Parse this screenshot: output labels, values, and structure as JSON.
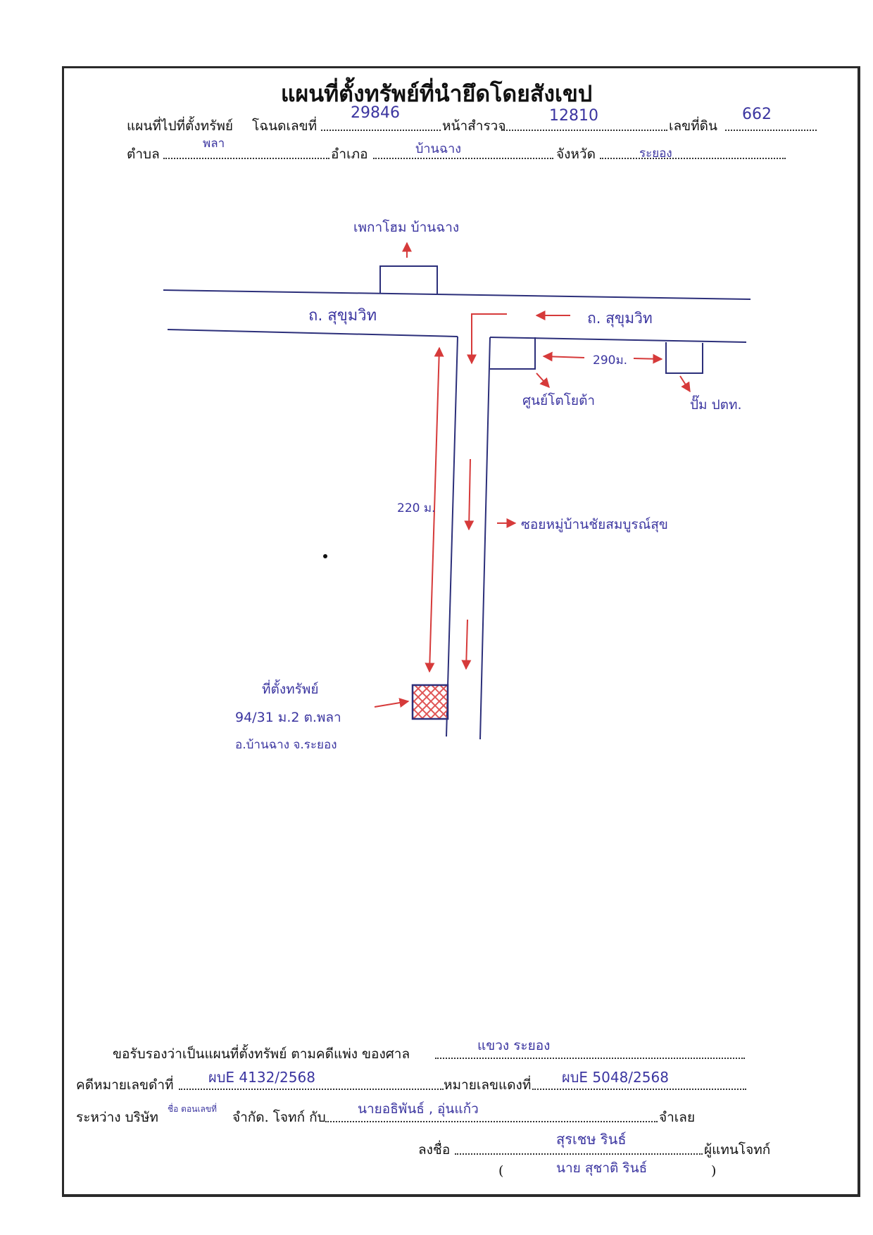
{
  "header": {
    "title": "แผนที่ตั้งทรัพย์ที่นำยึดโดยสังเขป",
    "row1": {
      "prefix": "แผนที่ไปที่ตั้งทรัพย์",
      "deed_label": "โฉนดเลขที่",
      "deed_value": "29846",
      "survey_label": "หน้าสำรวจ",
      "survey_value": "12810",
      "land_label": "เลขที่ดิน",
      "land_value": "662"
    },
    "row2": {
      "subdistrict_label": "ตำบล",
      "subdistrict_value": "พลา",
      "district_label": "อำเภอ",
      "district_value": "บ้านฉาง",
      "province_label": "จังหวัด",
      "province_value": "ระยอง"
    }
  },
  "map": {
    "landmark_top": "เพกาโฮม บ้านฉาง",
    "road_left": "ถ. สุขุมวิท",
    "road_right": "ถ. สุขุมวิท",
    "distance_horizontal": "290ม.",
    "building_toyota": "ศูนย์โตโยต้า",
    "building_ptt": "ปั๊ม ปตท.",
    "distance_vertical": "220 ม.",
    "soi_label": "ซอยหมู่บ้านชัยสมบูรณ์สุข",
    "property_label": "ที่ตั้งทรัพย์",
    "property_address_1": "94/31 ม.2 ต.พลา",
    "property_address_2": "อ.บ้านฉาง จ.ระยอง",
    "colors": {
      "ink": "#3b35a0",
      "red": "#d63a3a",
      "hatch": "#e05555"
    }
  },
  "footer": {
    "certify_label": "ขอรับรองว่าเป็นแผนที่ตั้งทรัพย์ ตามคดีแพ่ง ของศาล",
    "court_value": "แขวง ระยอง",
    "black_case_label": "คดีหมายเลขดำที่",
    "black_case_value": "ผบE 4132/2568",
    "red_case_label": "หมายเลขแดงที่",
    "red_case_value": "ผบE 5048/2568",
    "between_label": "ระหว่าง บริษัท",
    "company_value": "ชื่อ ตอนเลขที่",
    "plaintiff_label": "จำกัด. โจทก์ กับ",
    "defendant_value": "นายอธิพันธ์ , อุ่นแก้ว",
    "defendant_suffix": "จำเลย",
    "sign_label": "ลงชื่อ",
    "signature_value": "สุรเชษ รินธ์",
    "rep_label": "ผู้แทนโจทก์",
    "printed_name": "นาย สุชาติ รินธ์",
    "paren_open": "(",
    "paren_close": ")"
  }
}
